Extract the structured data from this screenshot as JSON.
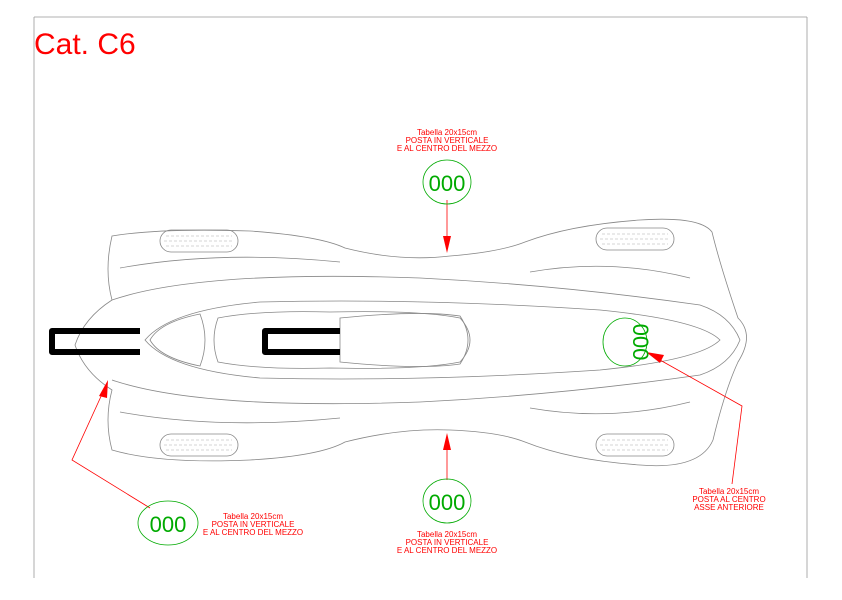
{
  "header": {
    "category": "Cat. C6"
  },
  "plates": {
    "top": "000",
    "bottom": "000",
    "left": "000",
    "nose": "000"
  },
  "notes": {
    "top": {
      "line1": "Tabella 20x15cm",
      "line2": "POSTA IN VERTICALE",
      "line3": "E AL CENTRO DEL MEZZO"
    },
    "left": {
      "line1": "Tabella 20x15cm",
      "line2": "POSTA IN VERTICALE",
      "line3": "E AL CENTRO DEL MEZZO"
    },
    "bottom": {
      "line1": "Tabella 20x15cm",
      "line2": "POSTA IN VERTICALE",
      "line3": "E AL CENTRO DEL MEZZO"
    },
    "nose": {
      "line1": "Tabella 20x15cm",
      "line2": "POSTA AL CENTRO",
      "line3": "ASSE ANTERIORE"
    }
  },
  "colors": {
    "annotation": "#ff0000",
    "plate": "#00aa00",
    "outline": "#888888",
    "bar": "#000000"
  }
}
